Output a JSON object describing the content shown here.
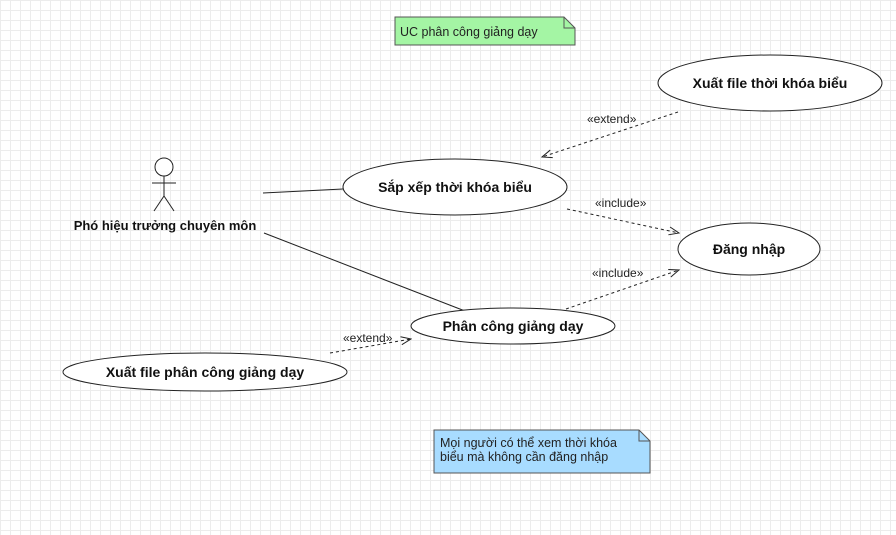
{
  "title_note": {
    "text": "UC phân công giảng dạy",
    "color": "#a4f5a4"
  },
  "actor": {
    "name": "Phó hiệu trưởng chuyên môn"
  },
  "use_cases": {
    "export_timetable": "Xuất file thời khóa biểu",
    "arrange_timetable": "Sắp xếp thời khóa biểu",
    "login": "Đăng nhập",
    "assign_teaching": "Phân công giảng dạy",
    "export_assignment": "Xuất file phân công giảng dạy"
  },
  "relations": {
    "extend_timetable": "«extend»",
    "include_arrange": "«include»",
    "include_assign": "«include»",
    "extend_assignment": "«extend»"
  },
  "info_note": {
    "line1": "Mọi người có thể xem thời khóa",
    "line2": "biểu mà không cần đăng nhập",
    "color": "#a8dcff"
  }
}
